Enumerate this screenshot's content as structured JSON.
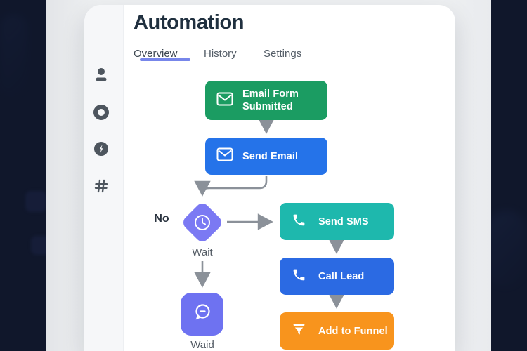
{
  "app": {
    "title": "Automation"
  },
  "tabs": [
    {
      "label": "Overview",
      "active": true
    },
    {
      "label": "History",
      "active": false
    },
    {
      "label": "Settings",
      "active": false
    }
  ],
  "sidebar": {
    "icons": [
      {
        "name": "user-icon"
      },
      {
        "name": "ring-icon"
      },
      {
        "name": "bolt-circle-icon"
      },
      {
        "name": "hash-icon"
      }
    ]
  },
  "flow": {
    "nodes": [
      {
        "id": "email-form-submitted",
        "label": "Email Form Submitted",
        "icon": "envelope-icon",
        "color": "#1b9c62"
      },
      {
        "id": "send-email",
        "label": "Send Email",
        "icon": "envelope-icon",
        "color": "#2573e9"
      },
      {
        "id": "wait",
        "label": "Wait",
        "icon": "clock-icon",
        "color": "#7b79f3",
        "shape": "diamond"
      },
      {
        "id": "send-sms",
        "label": "Send SMS",
        "icon": "phone-icon",
        "color": "#1eb8ad"
      },
      {
        "id": "call-lead",
        "label": "Call Lead",
        "icon": "phone-icon",
        "color": "#2b6ae3"
      },
      {
        "id": "add-to-funnel",
        "label": "Add to Funnel",
        "icon": "funnel-icon",
        "color": "#f8941d"
      },
      {
        "id": "wait-message",
        "label": "Waid",
        "icon": "chat-icon",
        "color": "#6e72f1",
        "shape": "rounded-square"
      }
    ],
    "branch_labels": {
      "no": "No"
    },
    "edge_color": "#8b9199"
  },
  "colors": {
    "background": "#10172b",
    "panel": "#eef0f2",
    "card": "#ffffff",
    "sidebar": "#f6f7f9",
    "title_text": "#20303f",
    "tab_active_underline": "#7786ea",
    "caption_text": "#535b64"
  }
}
